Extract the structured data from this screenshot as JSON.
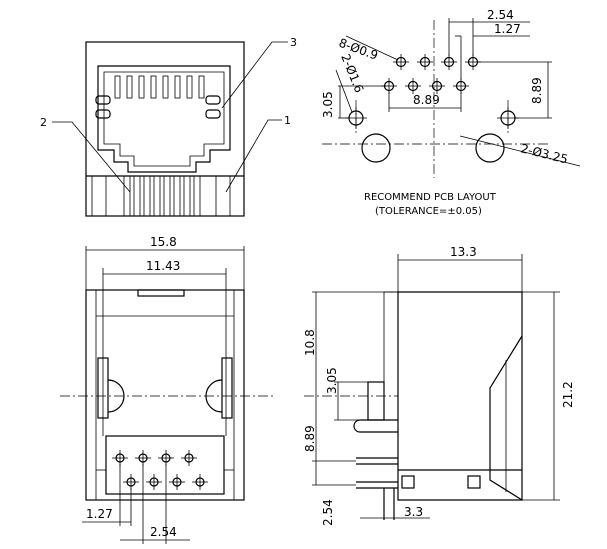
{
  "front_view": {
    "leaders": {
      "item1": "1",
      "item2": "2",
      "item3": "3"
    }
  },
  "pcb_layout": {
    "dims": {
      "pitch_2_54": "2.54",
      "pitch_1_27": "1.27",
      "hole_callout": "8-Ø0.9",
      "peg_callout": "2-Ø1.6",
      "row_offset_3_05": "3.05",
      "span_8_89": "8.89",
      "vertical_8_89": "8.89",
      "mount_callout": "2-Ø3.25"
    },
    "caption_line1": "RECOMMEND PCB LAYOUT",
    "caption_line2": "(TOLERANCE=±0.05)"
  },
  "bottom_view": {
    "dims": {
      "overall_width": "15.8",
      "inner_width": "11.43",
      "pitch_1_27": "1.27",
      "pitch_2_54": "2.54"
    }
  },
  "side_view": {
    "dims": {
      "depth": "13.3",
      "height_10_8": "10.8",
      "height_3_05": "3.05",
      "height_8_89": "8.89",
      "height_2_54": "2.54",
      "overall_height": "21.2",
      "offset_3_3": "3.3"
    }
  }
}
